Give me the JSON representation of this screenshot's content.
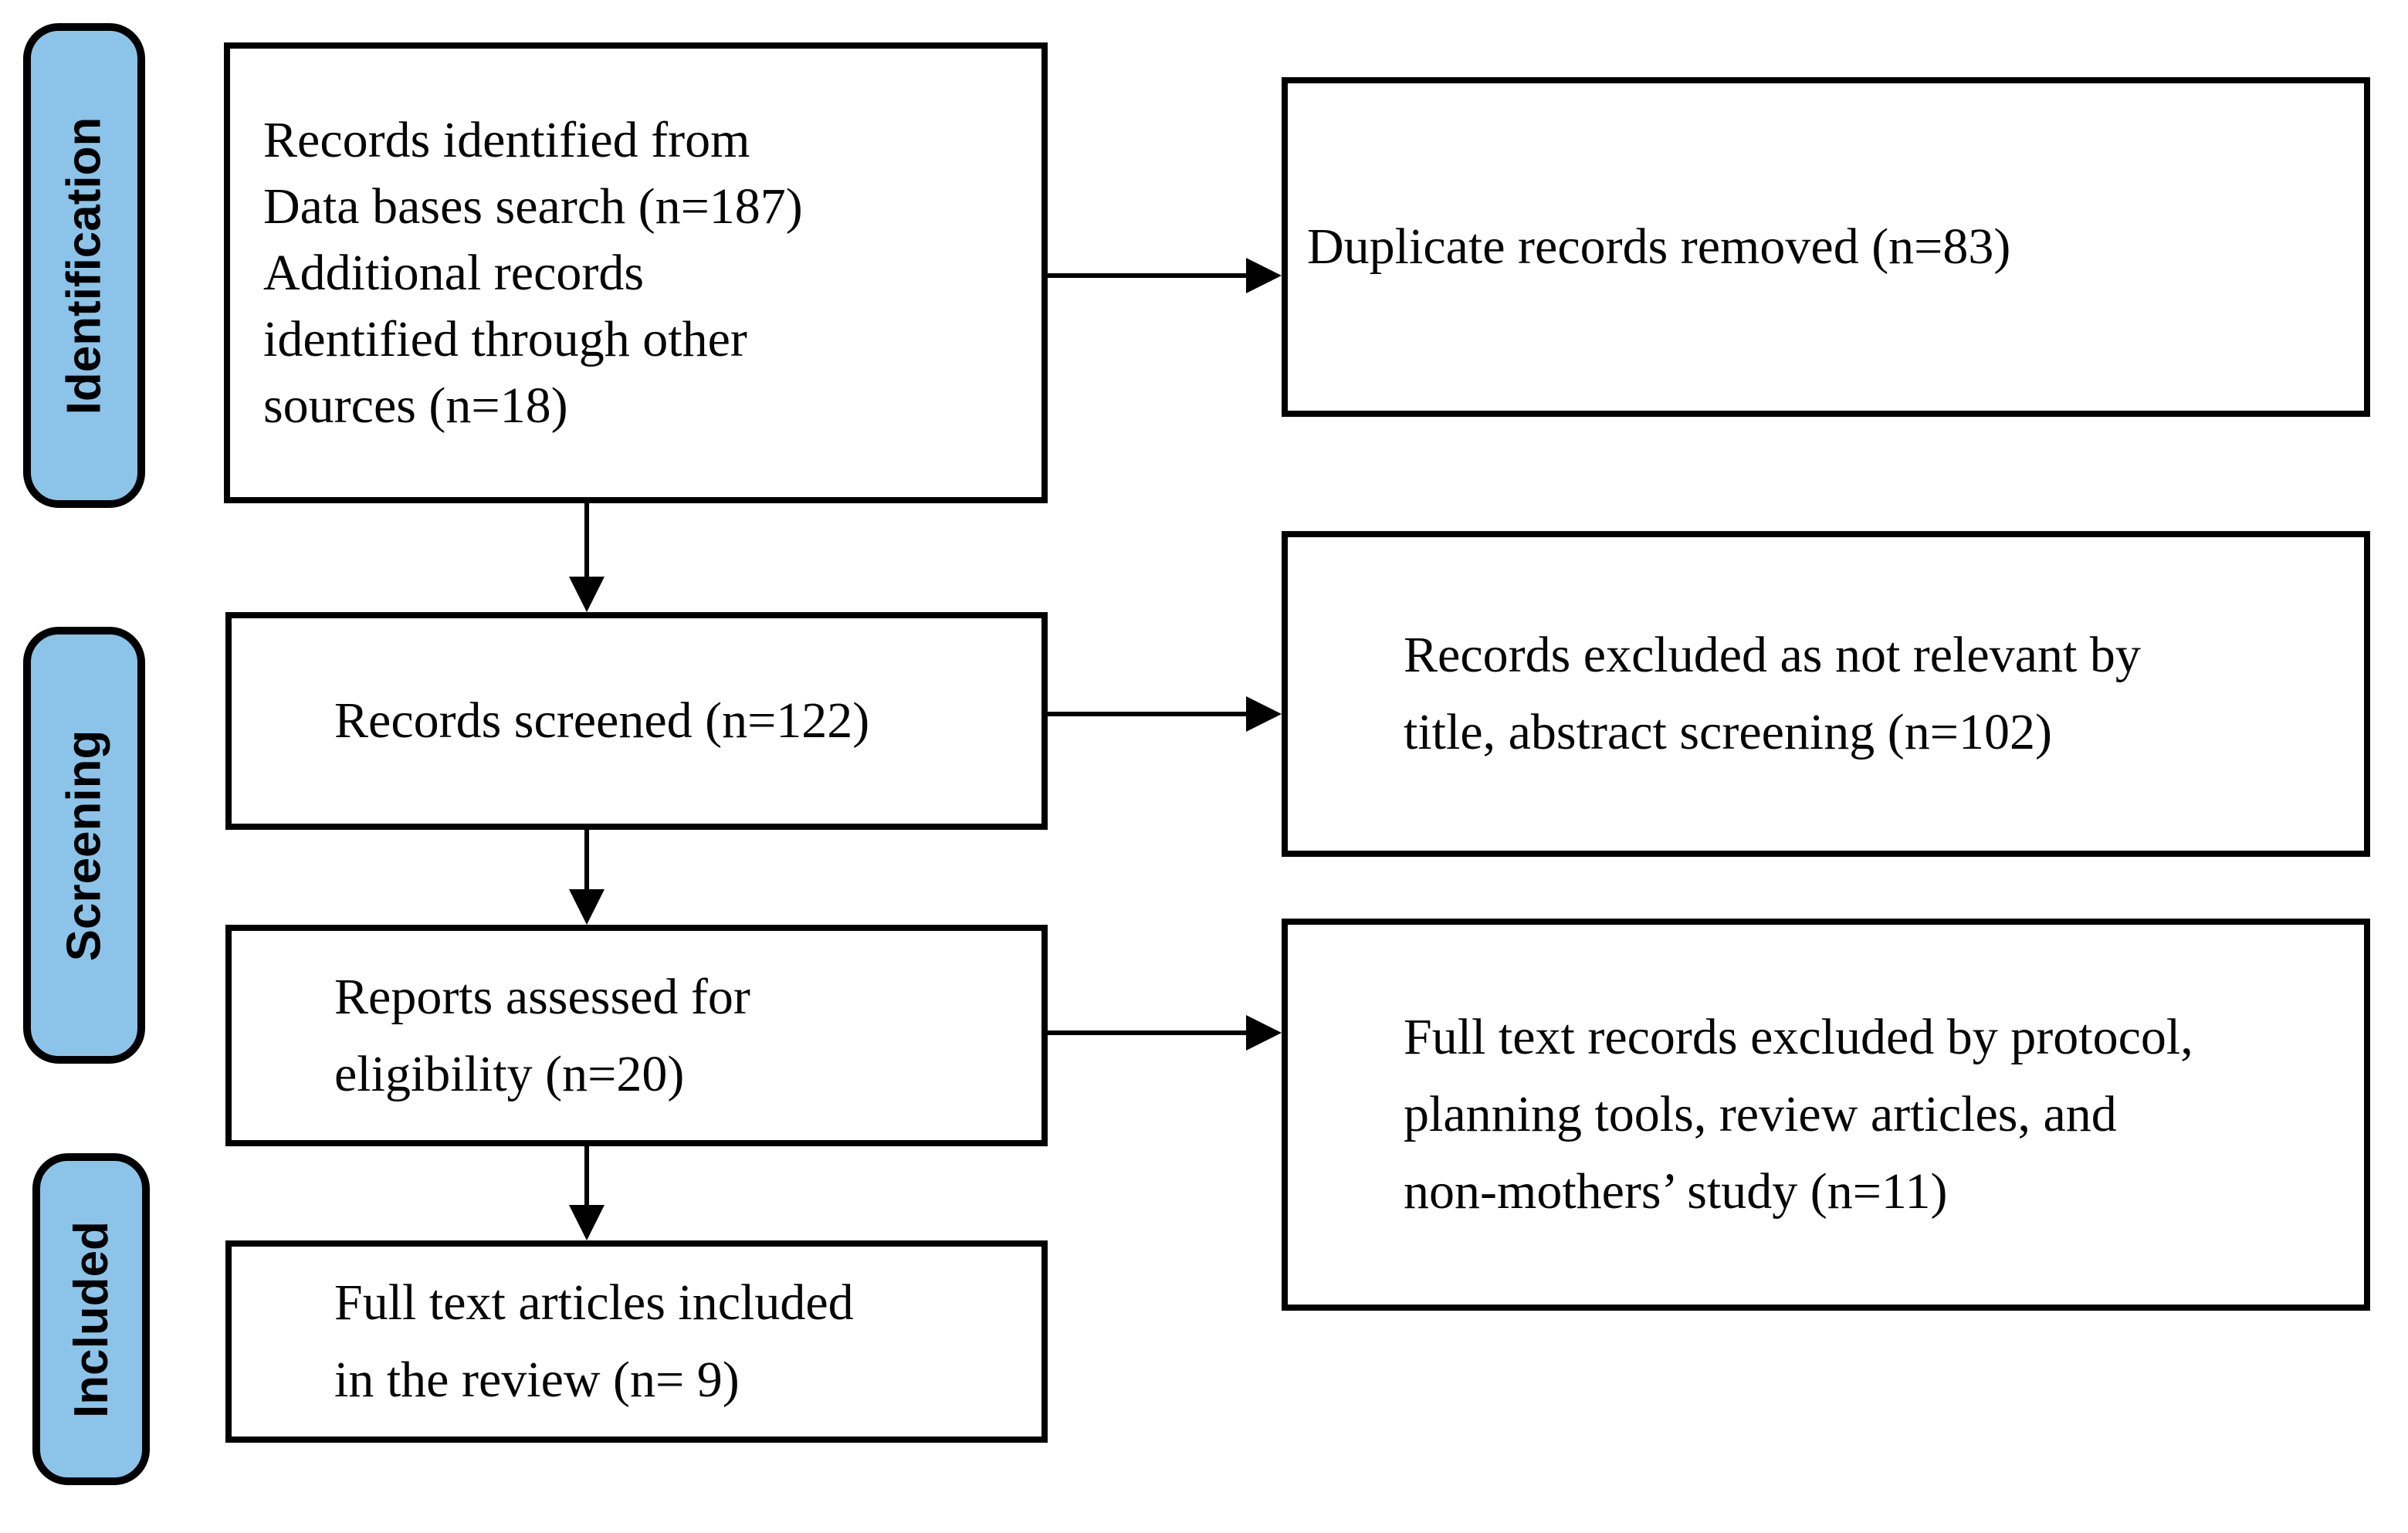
{
  "diagram_type": "prisma-flow-diagram",
  "colors": {
    "stage_fill": "#8CC4E9",
    "stage_border": "#000000",
    "box_border": "#000000",
    "box_fill": "#FFFFFF",
    "text": "#060606",
    "background": "#FFFFFF"
  },
  "stages": [
    {
      "id": "identification",
      "label": "Identification"
    },
    {
      "id": "screening",
      "label": "Screening"
    },
    {
      "id": "included",
      "label": "Included"
    }
  ],
  "boxes": [
    {
      "id": "records-identified",
      "lines": [
        "Records identified from",
        "Data bases search (n=187)",
        "Additional records",
        "identified through other",
        "sources (n=18)"
      ]
    },
    {
      "id": "duplicates-removed",
      "lines": [
        "Duplicate records removed (n=83)"
      ]
    },
    {
      "id": "records-screened",
      "lines": [
        "Records screened (n=122)"
      ]
    },
    {
      "id": "records-excluded",
      "lines": [
        "Records excluded as not relevant by",
        "title, abstract screening (n=102)"
      ]
    },
    {
      "id": "reports-assessed",
      "lines": [
        "Reports assessed for",
        "eligibility (n=20)"
      ]
    },
    {
      "id": "fulltext-excluded",
      "lines": [
        "Full text records excluded by protocol,",
        "planning tools, review articles, and",
        "non-mothers’ study (n=11)"
      ]
    },
    {
      "id": "fulltext-included",
      "lines": [
        "Full text articles included",
        "in the review (n= 9)"
      ]
    }
  ]
}
